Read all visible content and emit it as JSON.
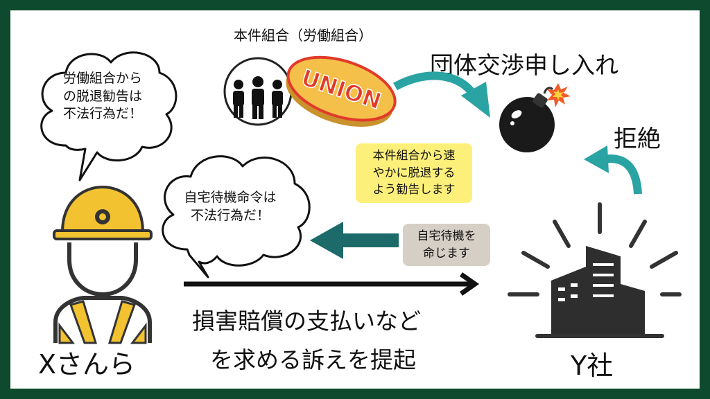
{
  "labels": {
    "union_caption": "本件組合（労働組合）",
    "union_logo": "UNION",
    "negotiation": "団体交渉申し入れ",
    "refusal": "拒絶",
    "person": "Xさんら",
    "company": "Y社",
    "lawsuit_line1": "損害賠償の支払いなど",
    "lawsuit_line2": "を求める訴えを提起"
  },
  "bubbles": {
    "top": [
      "労働組合から",
      "の脱退勧告は",
      "不法行為だ！"
    ],
    "middle": [
      "自宅待機命令は",
      "不法行為だ！"
    ]
  },
  "notes": {
    "yellow": [
      "本件組合から速",
      "やかに脱退する",
      "よう勧告します"
    ],
    "gray": [
      "自宅待機を",
      "命じます"
    ]
  },
  "colors": {
    "frame": "#0d4a2e",
    "teal": "#2aa3a3",
    "dark_teal": "#1d6a6a",
    "note_yellow": "#fdf07a",
    "note_gray": "#d5cfc5",
    "helmet": "#f2c230",
    "union_red": "#e23a2a",
    "union_gold": "#f4c04a"
  }
}
